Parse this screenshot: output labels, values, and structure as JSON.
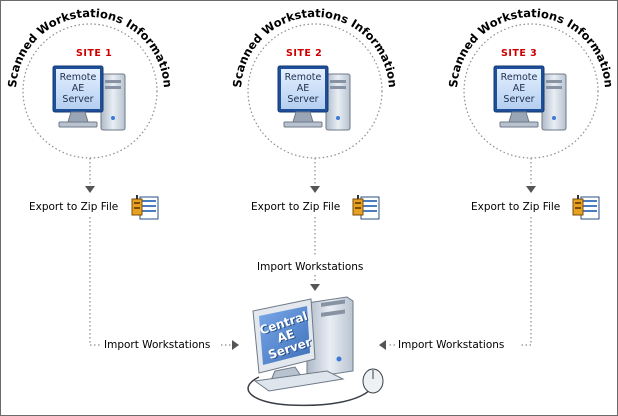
{
  "sites": [
    {
      "arc_title": "Scanned Workstations Information",
      "site_label": "SITE 1",
      "server_text": "Remote\nAE\nServer",
      "export_label": "Export to Zip File"
    },
    {
      "arc_title": "Scanned Workstations Information",
      "site_label": "SITE 2",
      "server_text": "Remote\nAE\nServer",
      "export_label": "Export to Zip File"
    },
    {
      "arc_title": "Scanned Workstations Information",
      "site_label": "SITE 3",
      "server_text": "Remote\nAE\nServer",
      "export_label": "Export to Zip File"
    }
  ],
  "import_labels": {
    "center": "Import Workstations",
    "left": "Import Workstations",
    "right": "Import Workstations"
  },
  "central": {
    "server_text": "Central\nAE\nServer"
  },
  "icons": {
    "remote_server": "computer-tower-icon",
    "zip": "zip-file-icon",
    "central_server": "computer-with-mouse-icon",
    "arrow": "triangle-arrow-icon"
  },
  "colors": {
    "site_label": "#cc0000",
    "dotted_line": "#8c8c8c",
    "arrow": "#555555",
    "screen": "#c6dcf7",
    "central_screen": "#5b8fd6",
    "tower": "#d6dde6"
  }
}
